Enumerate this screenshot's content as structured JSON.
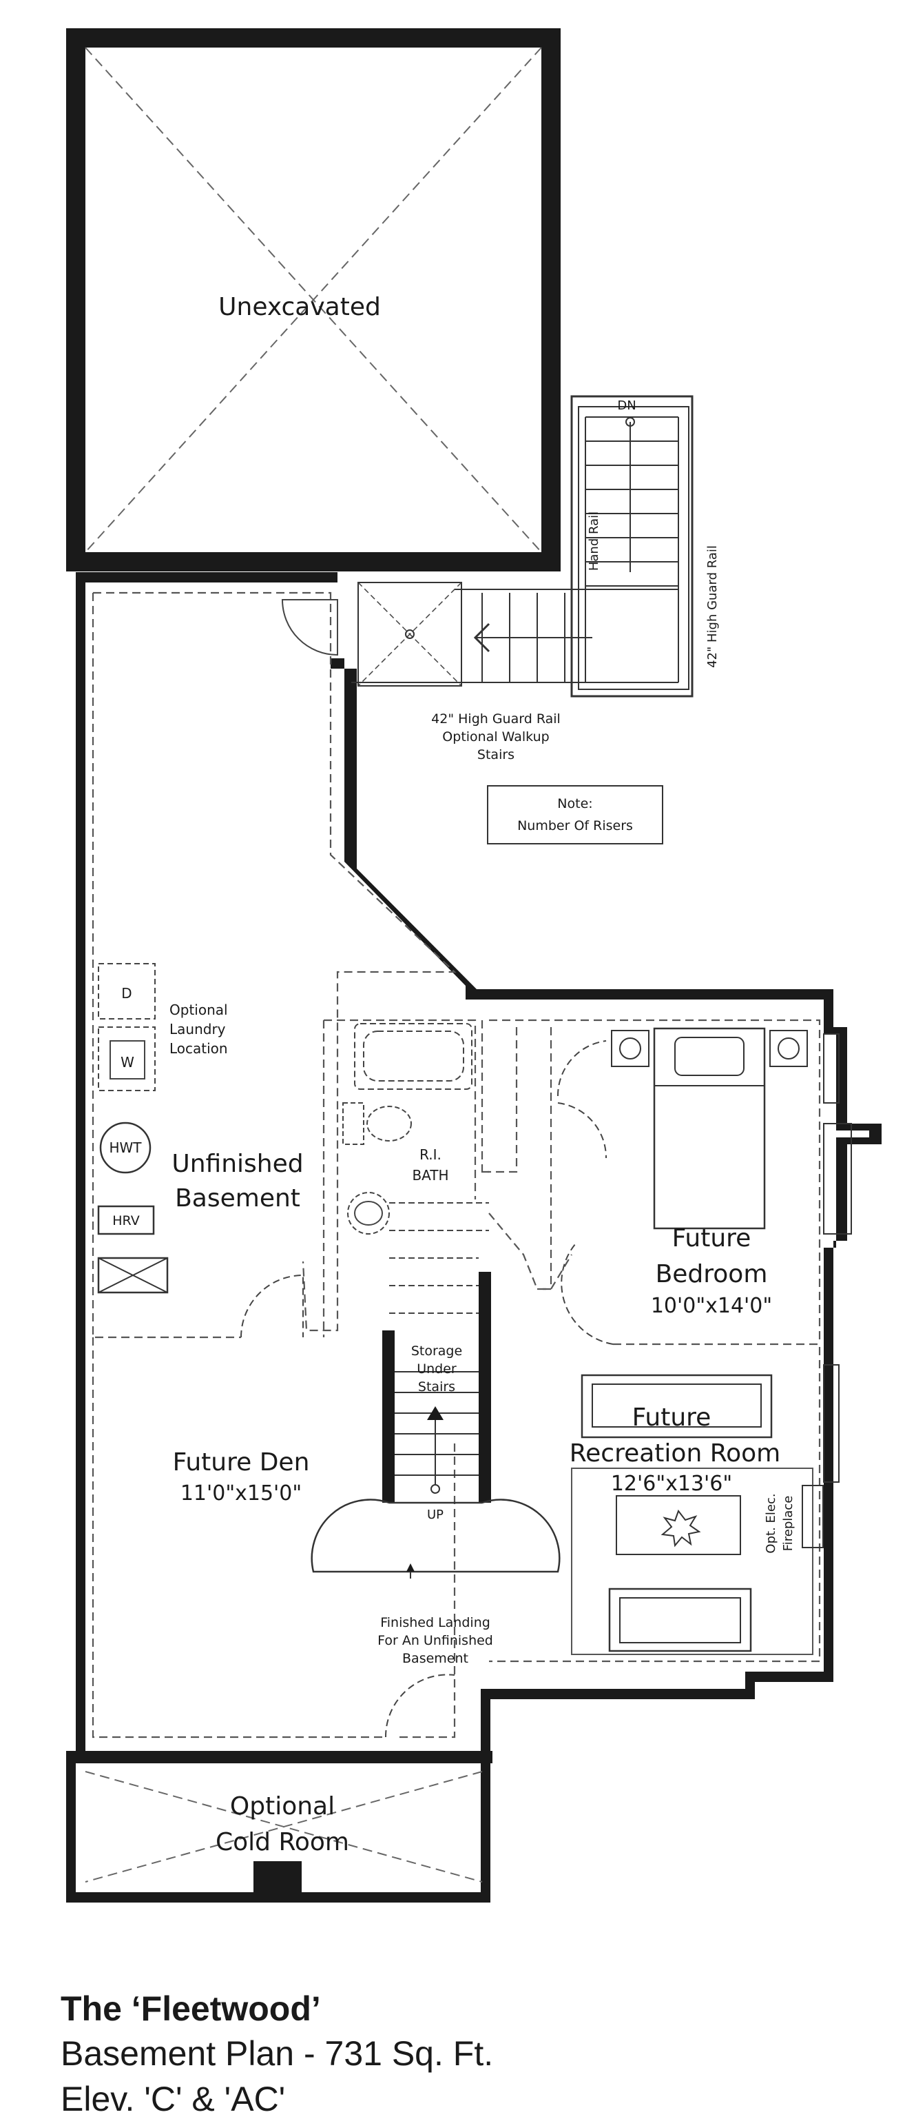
{
  "labels": {
    "unexcavated": "Unexcavated",
    "dn": "DN",
    "hand_rail": "Hand Rail",
    "guard_rail_right": "42\" High Guard Rail",
    "guard_rail_bottom_1": "42\" High Guard Rail",
    "guard_rail_bottom_2": "Optional Walkup",
    "guard_rail_bottom_3": "Stairs",
    "note_1": "Note:",
    "note_2": "Number Of Risers",
    "dryer": "D",
    "washer": "W",
    "laundry_1": "Optional",
    "laundry_2": "Laundry",
    "laundry_3": "Location",
    "hwt": "HWT",
    "hrv": "HRV",
    "unfinished_1": "Unfinished",
    "unfinished_2": "Basement",
    "ri_bath_1": "R.I.",
    "ri_bath_2": "BATH",
    "bedroom_1": "Future",
    "bedroom_2": "Bedroom",
    "bedroom_dim": "10'0\"x14'0\"",
    "storage_1": "Storage",
    "storage_2": "Under",
    "storage_3": "Stairs",
    "rec_1": "Future",
    "rec_2": "Recreation Room",
    "rec_dim": "12'6\"x13'6\"",
    "fireplace_1": "Opt. Elec.",
    "fireplace_2": "Fireplace",
    "den_1": "Future Den",
    "den_dim": "11'0\"x15'0\"",
    "up": "UP",
    "landing_1": "Finished Landing",
    "landing_2": "For An Unfinished",
    "landing_3": "Basement",
    "cold_1": "Optional",
    "cold_2": "Cold Room"
  },
  "caption": {
    "title": "The ‘Fleetwood’",
    "subtitle": "Basement Plan - 731 Sq. Ft.",
    "elevation": "Elev. 'C' & 'AC'"
  }
}
